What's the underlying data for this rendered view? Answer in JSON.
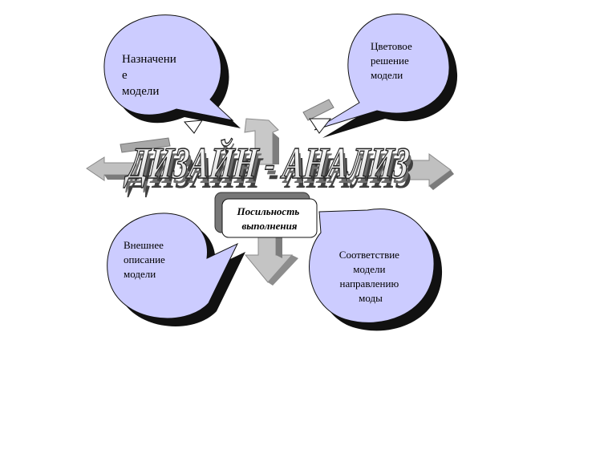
{
  "diagram": {
    "title": "ДИЗАЙН - АНАЛИЗ",
    "center_box": {
      "lines": [
        "Посильность",
        "выполнения"
      ]
    },
    "bubbles": {
      "top_left": {
        "lines": [
          "Назначени",
          "е",
          "модели"
        ]
      },
      "top_right": {
        "lines": [
          "Цветовое",
          "решение",
          "модели"
        ]
      },
      "bottom_left": {
        "lines": [
          "Внешнее",
          "описание",
          "модели"
        ]
      },
      "bottom_right": {
        "lines": [
          "Соответствие",
          "модели",
          "направлению",
          "моды"
        ]
      }
    },
    "colors": {
      "bubble_fill": "#ccccff",
      "bubble_shadow": "#111111",
      "arrow_fill": "#b8b8b8",
      "arrow_dark": "#7a7a7a",
      "title_fill": "#ffffff",
      "title_shadow": "#444444"
    }
  }
}
